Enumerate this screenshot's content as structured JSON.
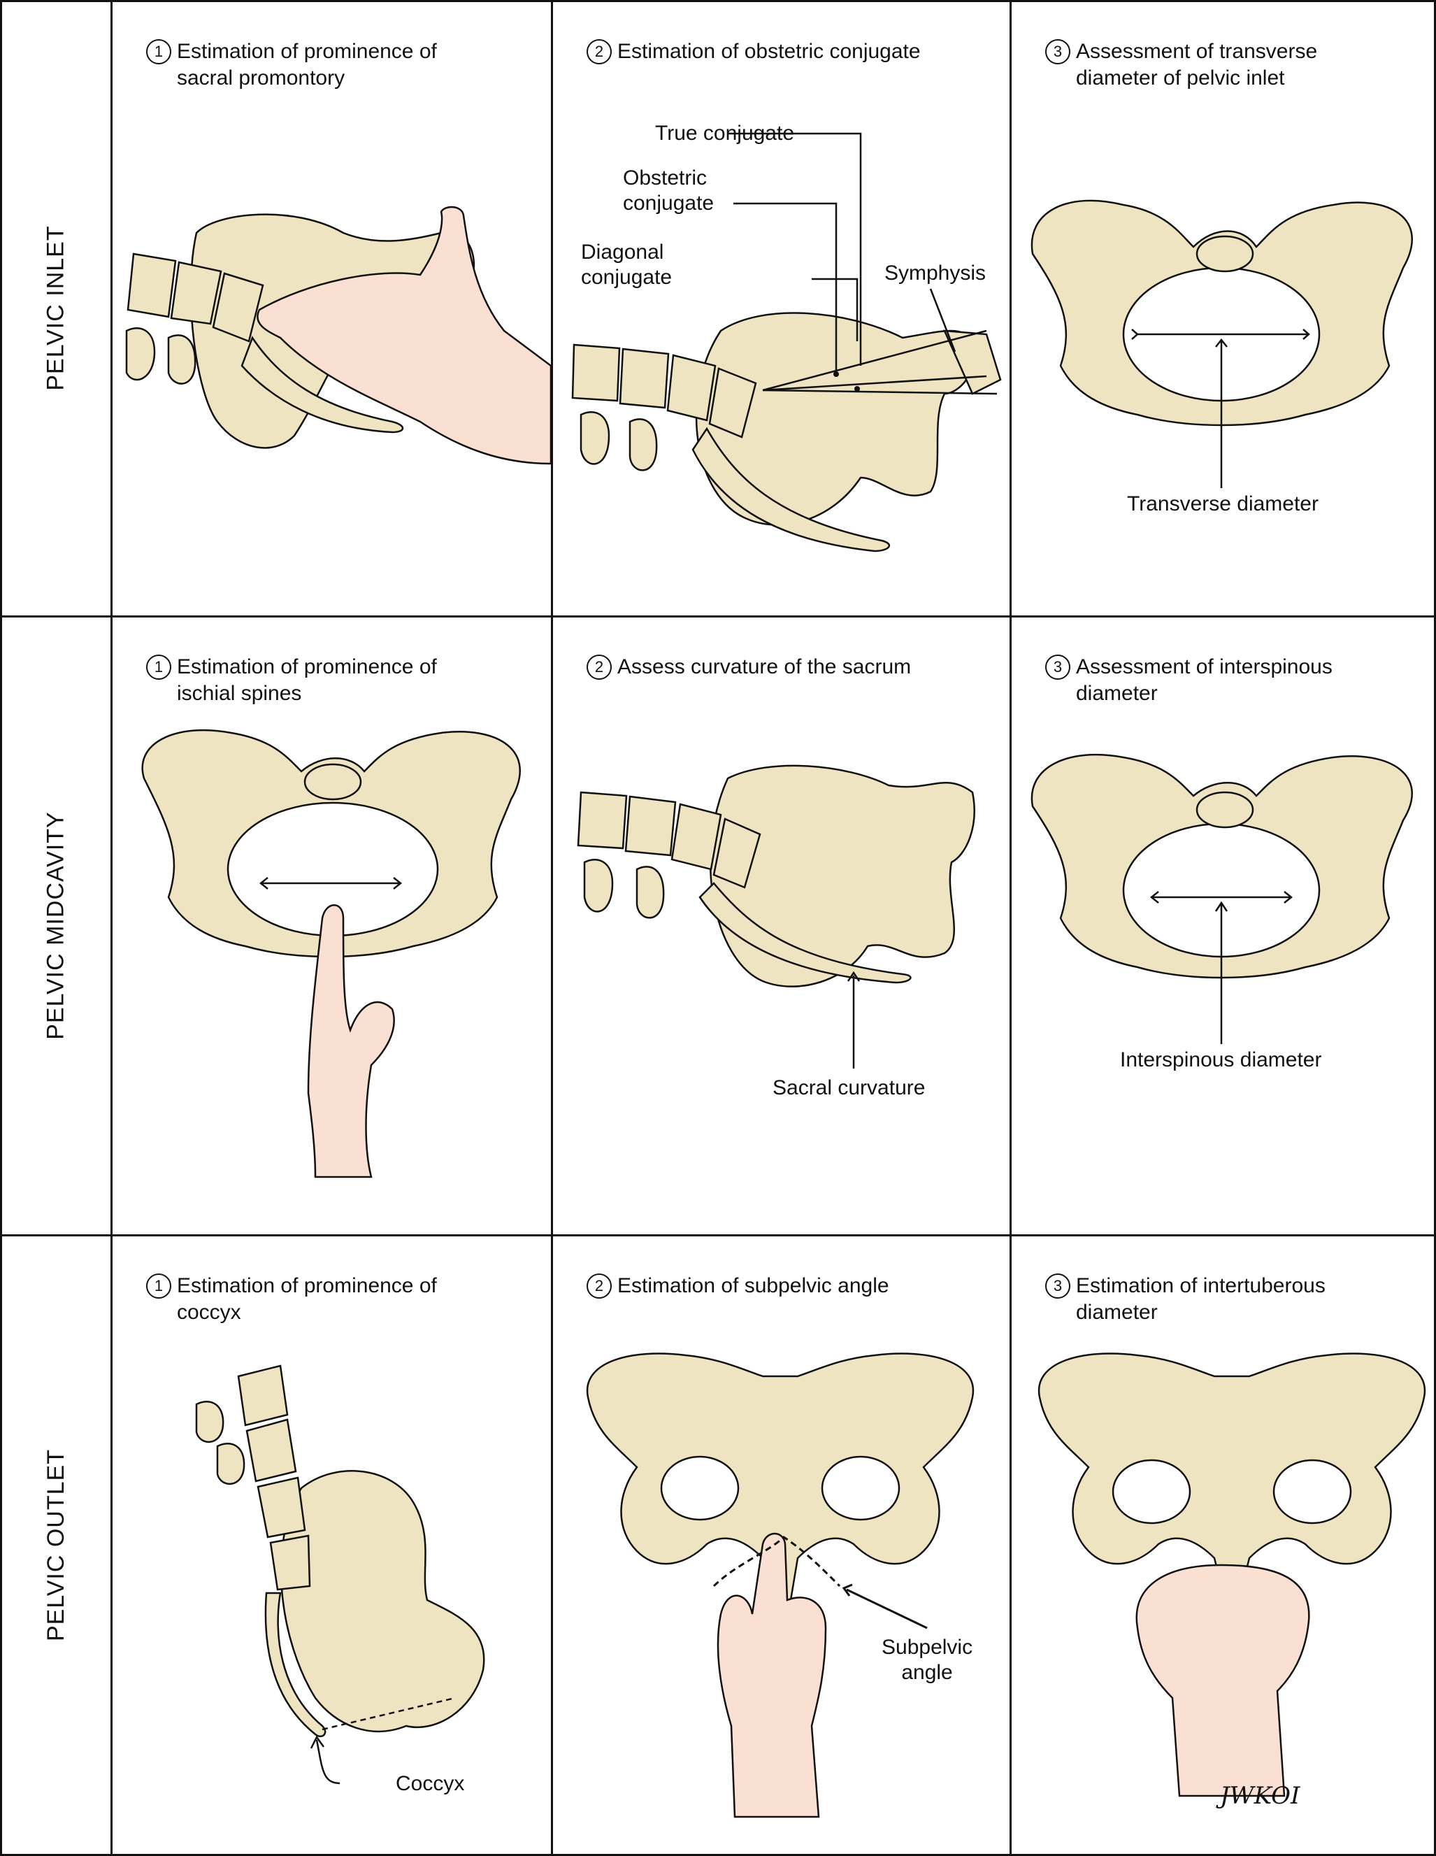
{
  "rows": [
    {
      "label": "PELVIC INLET"
    },
    {
      "label": "PELVIC MIDCAVITY"
    },
    {
      "label": "PELVIC OUTLET"
    }
  ],
  "panels": {
    "inlet": [
      {
        "number": "1",
        "caption_l1": "Estimation of prominence of",
        "caption_l2": "sacral promontory"
      },
      {
        "number": "2",
        "caption_l1": "Estimation of obstetric conjugate",
        "caption_l2": ""
      },
      {
        "number": "3",
        "caption_l1": "Assessment of transverse",
        "caption_l2": "diameter of pelvic inlet"
      }
    ],
    "mid": [
      {
        "number": "1",
        "caption_l1": "Estimation of prominence of",
        "caption_l2": "ischial spines"
      },
      {
        "number": "2",
        "caption_l1": "Assess curvature of the sacrum",
        "caption_l2": ""
      },
      {
        "number": "3",
        "caption_l1": "Assessment of interspinous",
        "caption_l2": "diameter"
      }
    ],
    "outlet": [
      {
        "number": "1",
        "caption_l1": "Estimation of prominence of",
        "caption_l2": "coccyx"
      },
      {
        "number": "2",
        "caption_l1": "Estimation of subpelvic angle",
        "caption_l2": ""
      },
      {
        "number": "3",
        "caption_l1": "Estimation of intertuberous",
        "caption_l2": "diameter"
      }
    ]
  },
  "labels": {
    "true_conjugate": "True conjugate",
    "obstetric_conjugate_l1": "Obstetric",
    "obstetric_conjugate_l2": "conjugate",
    "diagonal_conjugate_l1": "Diagonal",
    "diagonal_conjugate_l2": "conjugate",
    "symphysis": "Symphysis",
    "transverse_diameter": "Transverse diameter",
    "sacral_curvature": "Sacral curvature",
    "interspinous_diameter": "Interspinous diameter",
    "subpelvic_angle_l1": "Subpelvic",
    "subpelvic_angle_l2": "angle",
    "coccyx": "Coccyx"
  },
  "signature": "JWKOI",
  "colors": {
    "bone": "#efe4c2",
    "bone_dark": "#d9c89a",
    "skin": "#f9e0d2",
    "line": "#111111"
  }
}
